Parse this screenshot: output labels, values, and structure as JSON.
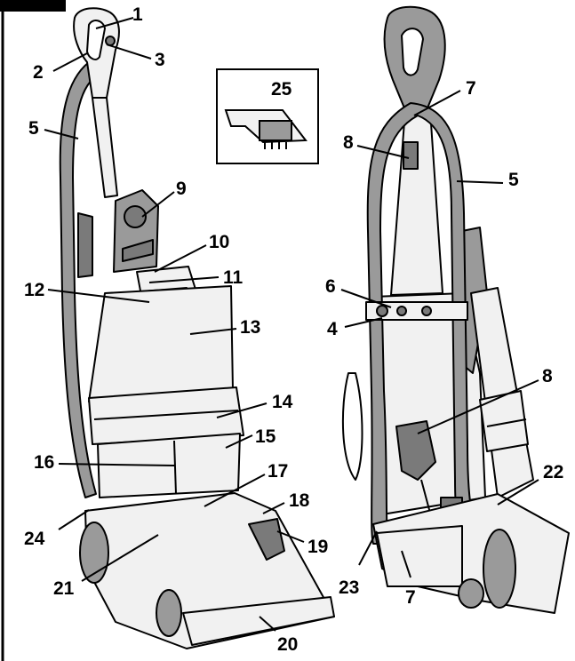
{
  "diagram": {
    "callouts": {
      "c1": "1",
      "c2": "2",
      "c3": "3",
      "c4": "4",
      "c5_left": "5",
      "c5_right": "5",
      "c6": "6",
      "c7_top": "7",
      "c7_bottom": "7",
      "c8_top": "8",
      "c8_mid": "8",
      "c9": "9",
      "c10": "10",
      "c11": "11",
      "c12": "12",
      "c13": "13",
      "c14": "14",
      "c15": "15",
      "c16": "16",
      "c17": "17",
      "c18": "18",
      "c19": "19",
      "c20": "20",
      "c21": "21",
      "c22": "22",
      "c23": "23",
      "c24": "24",
      "c25": "25"
    },
    "colors": {
      "outline": "#000000",
      "body_fill": "#f1f1f1",
      "hose_fill": "#9a9a9a",
      "dark_part": "#7a7a7a",
      "corner_tab": "#000000"
    }
  }
}
